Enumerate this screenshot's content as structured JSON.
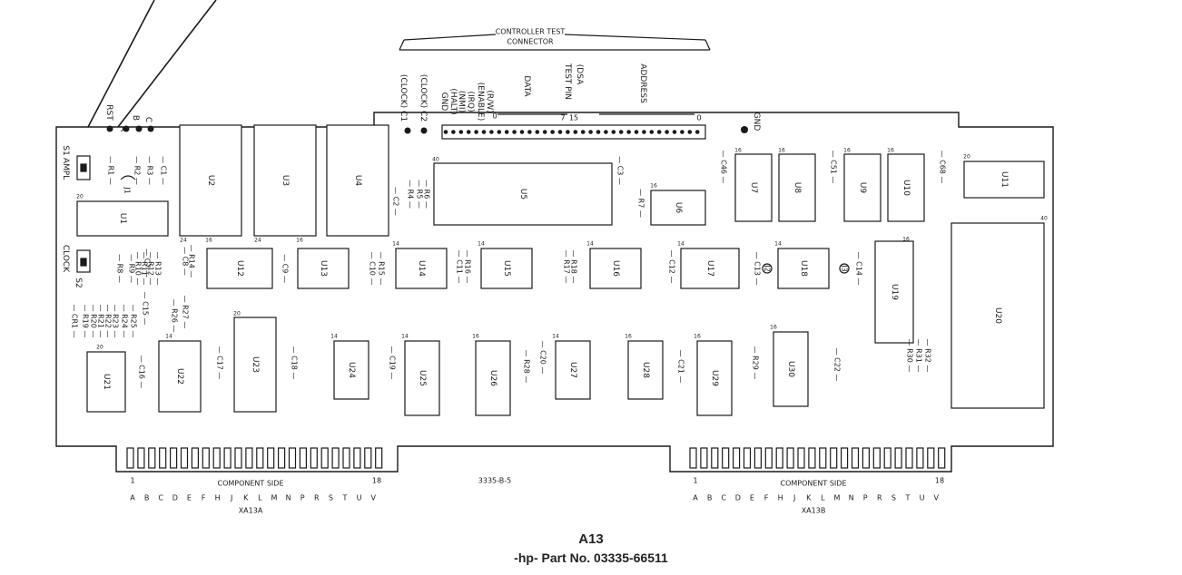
{
  "board": {
    "assembly": "A13",
    "part_no": "-hp- Part No. 03335-66511",
    "board_code": "3335-B-5",
    "gnd": "GND"
  },
  "connector": {
    "title_1": "CONTROLLER TEST",
    "title_2": "CONNECTOR",
    "signals": [
      "(CLOCK) C1",
      "(CLOCK) C2",
      "GND",
      "(HALT)",
      "(NMI)",
      "(IRQ)",
      "(ENABLE)",
      "(R/W)",
      "DATA",
      "TEST PIN",
      "(DSA",
      "ADDRESS"
    ],
    "pin_marks": [
      "0",
      "7",
      "15",
      "0"
    ]
  },
  "test_points": [
    "RST",
    "A",
    "B",
    "C",
    "C1",
    "C2"
  ],
  "switches": [
    {
      "ref": "S1",
      "label": "AMPL"
    },
    {
      "ref": "S2",
      "label": "CLOCK"
    }
  ],
  "jumpers": [
    "J1",
    "J2",
    "J3"
  ],
  "ics": [
    "U1",
    "U2",
    "U3",
    "U4",
    "U5",
    "U6",
    "U7",
    "U8",
    "U9",
    "U10",
    "U11",
    "U12",
    "U13",
    "U14",
    "U15",
    "U16",
    "U17",
    "U18",
    "U19",
    "U20",
    "U21",
    "U22",
    "U23",
    "U24",
    "U25",
    "U26",
    "U27",
    "U28",
    "U29",
    "U30"
  ],
  "pin_numbers": [
    "20",
    "24",
    "24",
    "40",
    "16",
    "16",
    "16",
    "16",
    "20",
    "40",
    "14",
    "14",
    "14",
    "14",
    "14",
    "16",
    "16",
    "16",
    "20",
    "14",
    "20",
    "14",
    "14",
    "16",
    "14",
    "16",
    "16",
    "16",
    "16"
  ],
  "passives": [
    "C1",
    "R1",
    "R2",
    "R3",
    "C2",
    "R4",
    "R5",
    "R6",
    "C3",
    "R7",
    "C46",
    "C51",
    "C68",
    "C7",
    "C8",
    "R8",
    "R9",
    "R10",
    "R11",
    "R12",
    "R13",
    "R14",
    "C9",
    "C10",
    "R15",
    "C11",
    "R16",
    "R17",
    "R18",
    "C12",
    "C13",
    "C14",
    "C15",
    "C16",
    "CR1",
    "R19",
    "R20",
    "R21",
    "R22",
    "R23",
    "R24",
    "R25",
    "R26",
    "R27",
    "C17",
    "C18",
    "C19",
    "C20",
    "R28",
    "C21",
    "R29",
    "C22",
    "R30",
    "R31",
    "R32"
  ],
  "edge_connectors": [
    {
      "start": "1",
      "end": "18",
      "side": "COMPONENT SIDE",
      "letters": [
        "A",
        "B",
        "C",
        "D",
        "E",
        "F",
        "H",
        "J",
        "K",
        "L",
        "M",
        "N",
        "P",
        "R",
        "S",
        "T",
        "U",
        "V"
      ],
      "name": "XA13A"
    },
    {
      "start": "1",
      "end": "18",
      "side": "COMPONENT SIDE",
      "letters": [
        "A",
        "B",
        "C",
        "D",
        "E",
        "F",
        "H",
        "J",
        "K",
        "L",
        "M",
        "N",
        "P",
        "R",
        "S",
        "T",
        "U",
        "V"
      ],
      "name": "XA13B"
    }
  ]
}
